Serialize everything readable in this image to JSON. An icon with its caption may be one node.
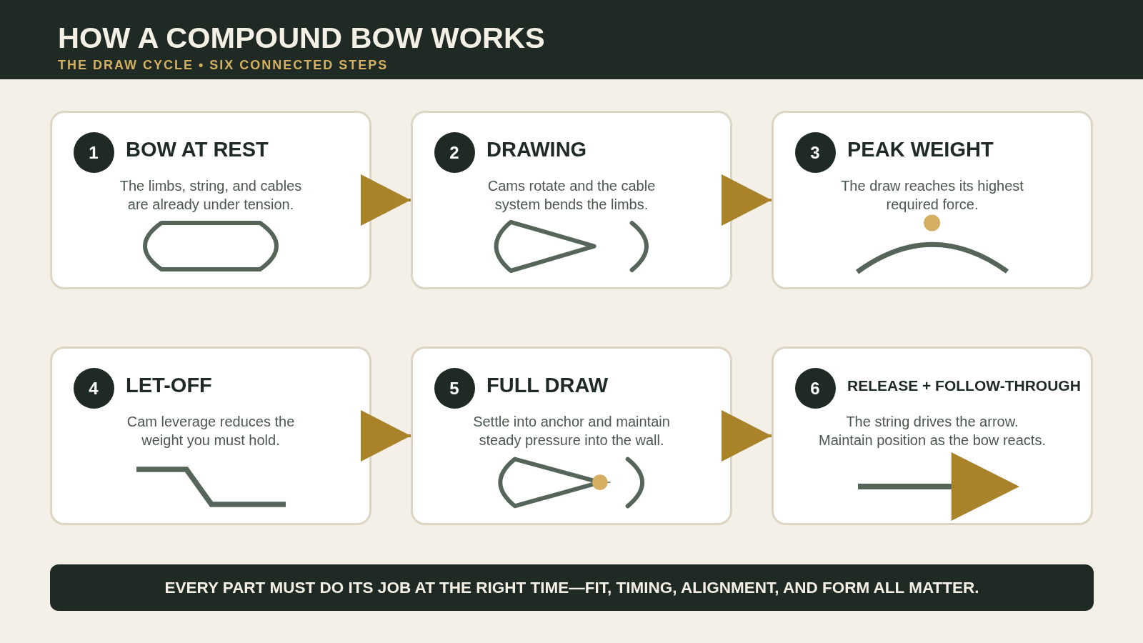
{
  "diagram": {
    "title": "HOW A COMPOUND BOW WORKS",
    "nodes": [
      {
        "text": [
          "BOW AT REST",
          "The limbs, string, and cables are already under tension."
        ]
      },
      {
        "text": [
          "1"
        ],
        "in": 0
      },
      {
        "text": [
          "DRAWING",
          "Cams rotate and the cable system bends the limbs."
        ]
      },
      {
        "text": [
          "2"
        ],
        "in": 2
      },
      {
        "text": [
          "PEAK WEIGHT",
          "The draw reaches its highest required force."
        ]
      },
      {
        "text": [
          "3"
        ],
        "in": 4
      },
      {
        "text": [
          "LET-OFF",
          "Cam leverage reduces the weight you must hold."
        ]
      },
      {
        "text": [
          "4"
        ],
        "in": 6
      },
      {
        "text": [
          "FULL DRAW",
          "Settle into anchor and maintain steady pressure into the wall."
        ]
      },
      {
        "text": [
          "5"
        ],
        "in": 8
      },
      {
        "text": [
          "RELEASE + FOLLOW-THROUGH",
          "The string drives the arrow. Maintain position as the bow reacts."
        ]
      },
      {
        "text": [
          "6"
        ],
        "in": 10
      },
      {
        "text": [
          "EVERY PART MUST DO ITS JOB AT THE RIGHT TIME—FIT, TIMING, ALIGNMENT, AND FORM ALL MATTER."
        ]
      }
    ],
    "edges": [
      {
        "from": 0,
        "to": 2,
        "arrow": "to"
      },
      {
        "from": 2,
        "to": 4,
        "arrow": "to"
      },
      {
        "from": 6,
        "to": 8,
        "arrow": "to"
      },
      {
        "from": 8,
        "to": 10,
        "arrow": "to"
      }
    ],
    "labels": [
      "THE DRAW CYCLE • SIX CONNECTED STEPS"
    ]
  }
}
